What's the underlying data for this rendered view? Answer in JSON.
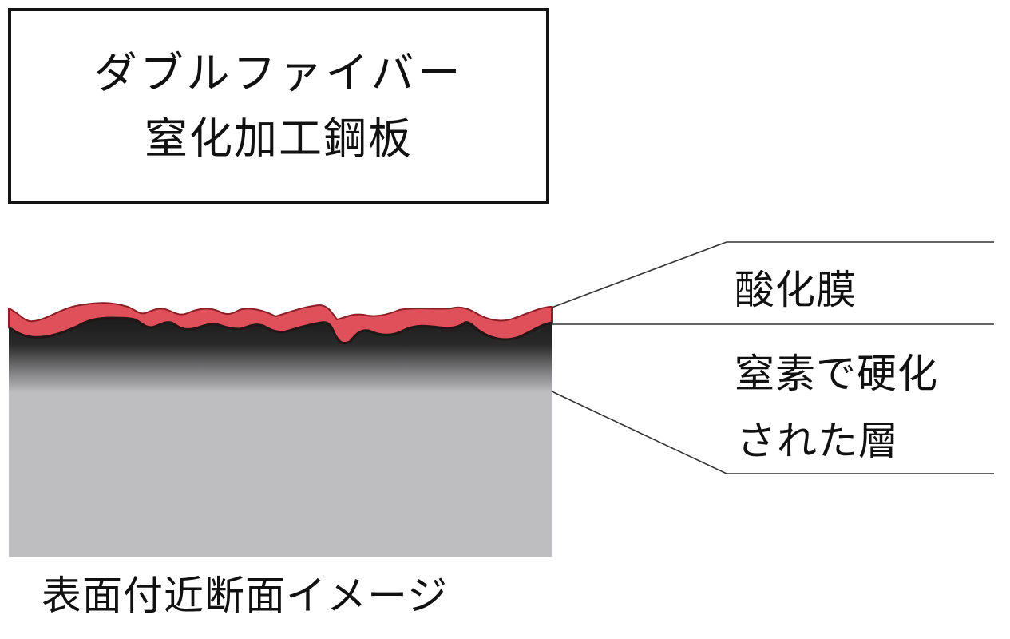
{
  "title_box": {
    "line1": "ダブルファイバー",
    "line2": "窒化加工鋼板"
  },
  "cross_section": {
    "colors": {
      "oxide_film": "#E0505A",
      "oxide_outline": "#8A1F25",
      "hardened_top": "#1E1E1E",
      "base_steel": "#BEBEC1",
      "leader_line": "#333333"
    }
  },
  "labels": {
    "oxide_film": "酸化膜",
    "nitrided_layer_line1": "窒素で硬化",
    "nitrided_layer_line2": "された層"
  },
  "caption": "表面付近断面イメージ"
}
